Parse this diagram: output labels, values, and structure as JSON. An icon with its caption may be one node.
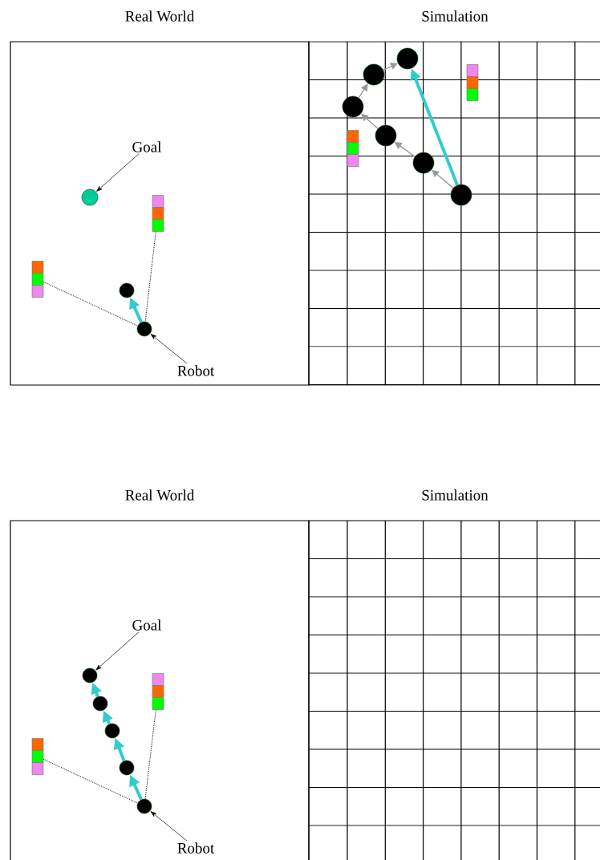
{
  "diagram": {
    "nodes": [
      {
        "text": [
          "Real World"
        ]
      },
      {
        "text": [
          "Simulation"
        ]
      },
      {
        "text": [
          "Goal"
        ],
        "in": 0
      },
      {
        "text": [],
        "shape": "circle",
        "in": 0
      },
      {
        "text": [],
        "shape": "box",
        "in": 0
      },
      {
        "text": [],
        "shape": "box",
        "in": 0
      },
      {
        "text": [],
        "shape": "circle",
        "in": 0
      },
      {
        "text": [],
        "shape": "circle",
        "in": 0
      },
      {
        "text": [
          "Robot"
        ],
        "in": 0
      },
      {
        "text": [],
        "shape": "box",
        "in": 1
      },
      {
        "text": [],
        "shape": "box",
        "in": 1
      },
      {
        "text": [],
        "shape": "circle",
        "in": 1
      },
      {
        "text": [],
        "shape": "circle",
        "in": 1
      },
      {
        "text": [],
        "shape": "circle",
        "in": 1
      },
      {
        "text": [],
        "shape": "circle",
        "in": 1
      },
      {
        "text": [],
        "shape": "circle",
        "in": 1
      },
      {
        "text": [],
        "shape": "circle",
        "in": 1
      },
      {
        "text": [
          "Real World"
        ]
      },
      {
        "text": [
          "Simulation"
        ]
      },
      {
        "text": [
          "Goal"
        ],
        "in": 17
      },
      {
        "text": [],
        "shape": "circle",
        "in": 17
      },
      {
        "text": [],
        "shape": "box",
        "in": 17
      },
      {
        "text": [],
        "shape": "box",
        "in": 17
      },
      {
        "text": [],
        "shape": "circle",
        "in": 17
      },
      {
        "text": [],
        "shape": "circle",
        "in": 17
      },
      {
        "text": [],
        "shape": "circle",
        "in": 17
      },
      {
        "text": [],
        "shape": "circle",
        "in": 17
      },
      {
        "text": [
          "Robot"
        ],
        "in": 17
      }
    ],
    "edges": [
      {
        "from": 2,
        "to": 3,
        "arrow": "to"
      },
      {
        "from": 8,
        "to": 7,
        "arrow": "to"
      },
      {
        "from": 4,
        "to": 7,
        "arrow": "none",
        "style": "dashed"
      },
      {
        "from": 5,
        "to": 7,
        "arrow": "none",
        "style": "dashed"
      },
      {
        "from": 7,
        "to": 6,
        "arrow": "to",
        "style": "thick",
        "color": "#33cccc"
      },
      {
        "from": 11,
        "to": 12,
        "arrow": "to",
        "color": "#999999"
      },
      {
        "from": 12,
        "to": 13,
        "arrow": "to",
        "color": "#999999"
      },
      {
        "from": 13,
        "to": 14,
        "arrow": "to",
        "color": "#999999"
      },
      {
        "from": 14,
        "to": 15,
        "arrow": "to",
        "color": "#999999"
      },
      {
        "from": 15,
        "to": 16,
        "arrow": "to",
        "color": "#999999"
      },
      {
        "from": 11,
        "to": 16,
        "arrow": "to",
        "style": "thick",
        "color": "#33cccc"
      },
      {
        "from": 19,
        "to": 20,
        "arrow": "to"
      },
      {
        "from": 27,
        "to": 26,
        "arrow": "to"
      },
      {
        "from": 21,
        "to": 26,
        "arrow": "none",
        "style": "dashed"
      },
      {
        "from": 22,
        "to": 26,
        "arrow": "none",
        "style": "dashed"
      },
      {
        "from": 26,
        "to": 25,
        "arrow": "to",
        "style": "thick",
        "color": "#33cccc"
      },
      {
        "from": 25,
        "to": 24,
        "arrow": "to",
        "style": "thick",
        "color": "#33cccc"
      },
      {
        "from": 24,
        "to": 23,
        "arrow": "to",
        "style": "thick",
        "color": "#33cccc"
      },
      {
        "from": 23,
        "to": 20,
        "arrow": "to",
        "style": "thick",
        "color": "#33cccc"
      }
    ]
  }
}
